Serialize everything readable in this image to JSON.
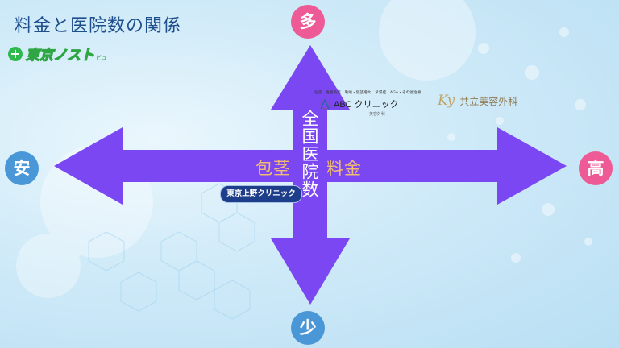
{
  "title": "料金と医院数の関係",
  "logo": {
    "text": "東京ノスト",
    "subtext": "ビュ"
  },
  "axes": {
    "top": "多",
    "bottom": "少",
    "left": "安",
    "right": "高",
    "horizontal_label_left": "包茎",
    "horizontal_label_right": "料金",
    "vertical_label": "全国医院数"
  },
  "clinics": {
    "abc": {
      "tags": "包茎　性感染症　亀頭・陰茎増大　早漏症　AGA・その他治療",
      "name": "ABC クリニック",
      "sub": "美容外科"
    },
    "kyoritsu": {
      "mark": "Ky",
      "name": "共立美容外科"
    },
    "tokyo_ueno": {
      "name": "東京上野クリニック"
    }
  },
  "colors": {
    "arrow": "#7b47f2",
    "high_accent": "#ee5a95",
    "low_accent": "#4a97d8",
    "label_gold": "#f0bd72",
    "title": "#1e4f8c"
  }
}
